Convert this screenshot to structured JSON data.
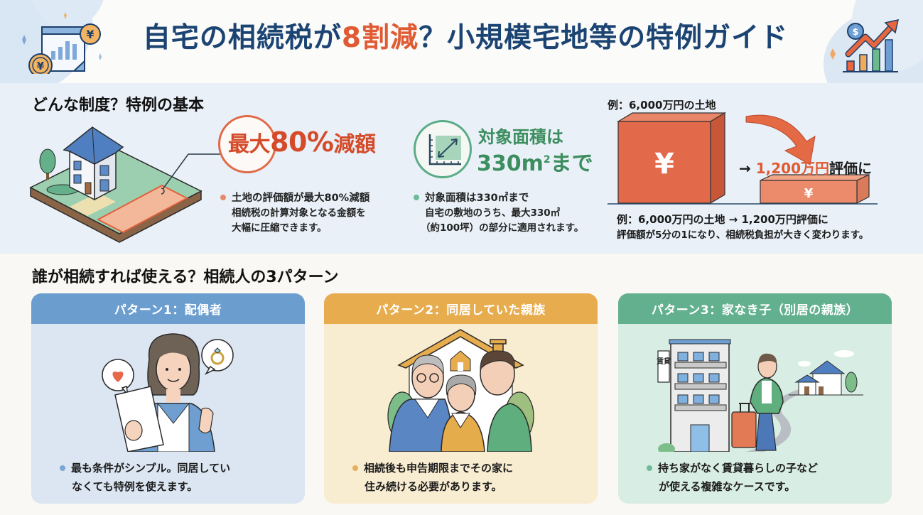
{
  "header": {
    "title_part1": "自宅の相続税が",
    "title_accent": "8割減",
    "title_part2": "？小規模宅地等の特例ガイド",
    "left_icon": "yen-report-icon",
    "right_icon": "growth-chart-icon",
    "colors": {
      "title": "#1c4473",
      "accent": "#e05a33"
    }
  },
  "basics": {
    "heading": "どんな制度？特例の基本",
    "reduction": {
      "badge_prefix": "最大",
      "badge_number": "80%",
      "badge_suffix": "減額",
      "bullet_lead": "土地の評価額が最大80%減額",
      "bullet_line2": "相続税の計算対象となる金額を",
      "bullet_line3": "大幅に圧縮できます。",
      "color": "#e06a48"
    },
    "area": {
      "badge_line1": "対象面積は",
      "badge_number": "330m",
      "badge_sup": "2",
      "badge_suffix": "まで",
      "bullet_lead": "対象面積は330㎡まで",
      "bullet_line2": "自宅の敷地のうち、最大330㎡",
      "bullet_line3": "（約100坪）の部分に適用されます。",
      "color": "#5aab87"
    },
    "example": {
      "label": "例：6,000万円の土地",
      "arrow": "→ ",
      "result_accent": "1,200万円",
      "result_suffix": "評価に",
      "big_block_symbol": "¥",
      "small_block_symbol": "¥",
      "caption_line1": "例：6,000万円の土地 → 1,200万円評価に",
      "caption_line2": "評価額が5分の1になり、相続税負担が大きく変わります。"
    }
  },
  "patterns": {
    "heading": "誰が相続すれば使える？相続人の3パターン",
    "cards": [
      {
        "title": "パターン1：配偶者",
        "text_line1": "最も条件がシンプル。同居してい",
        "text_line2": "なくても特例を使えます。",
        "color": "#6b9dcf",
        "illustration": "spouse-woman-with-document"
      },
      {
        "title": "パターン2：同居していた親族",
        "text_line1": "相続後も申告期限までその家に",
        "text_line2": "住み続ける必要があります。",
        "color": "#e7ac4e",
        "illustration": "family-under-house-roof"
      },
      {
        "title": "パターン3：家なき子（別居の親族）",
        "text_line1": "持ち家がなく賃貸暮らしの子など",
        "text_line2": "が使える複雑なケースです。",
        "color": "#63b08f",
        "illustration": "renter-with-suitcase",
        "sign_text": "賃貸"
      }
    ]
  }
}
